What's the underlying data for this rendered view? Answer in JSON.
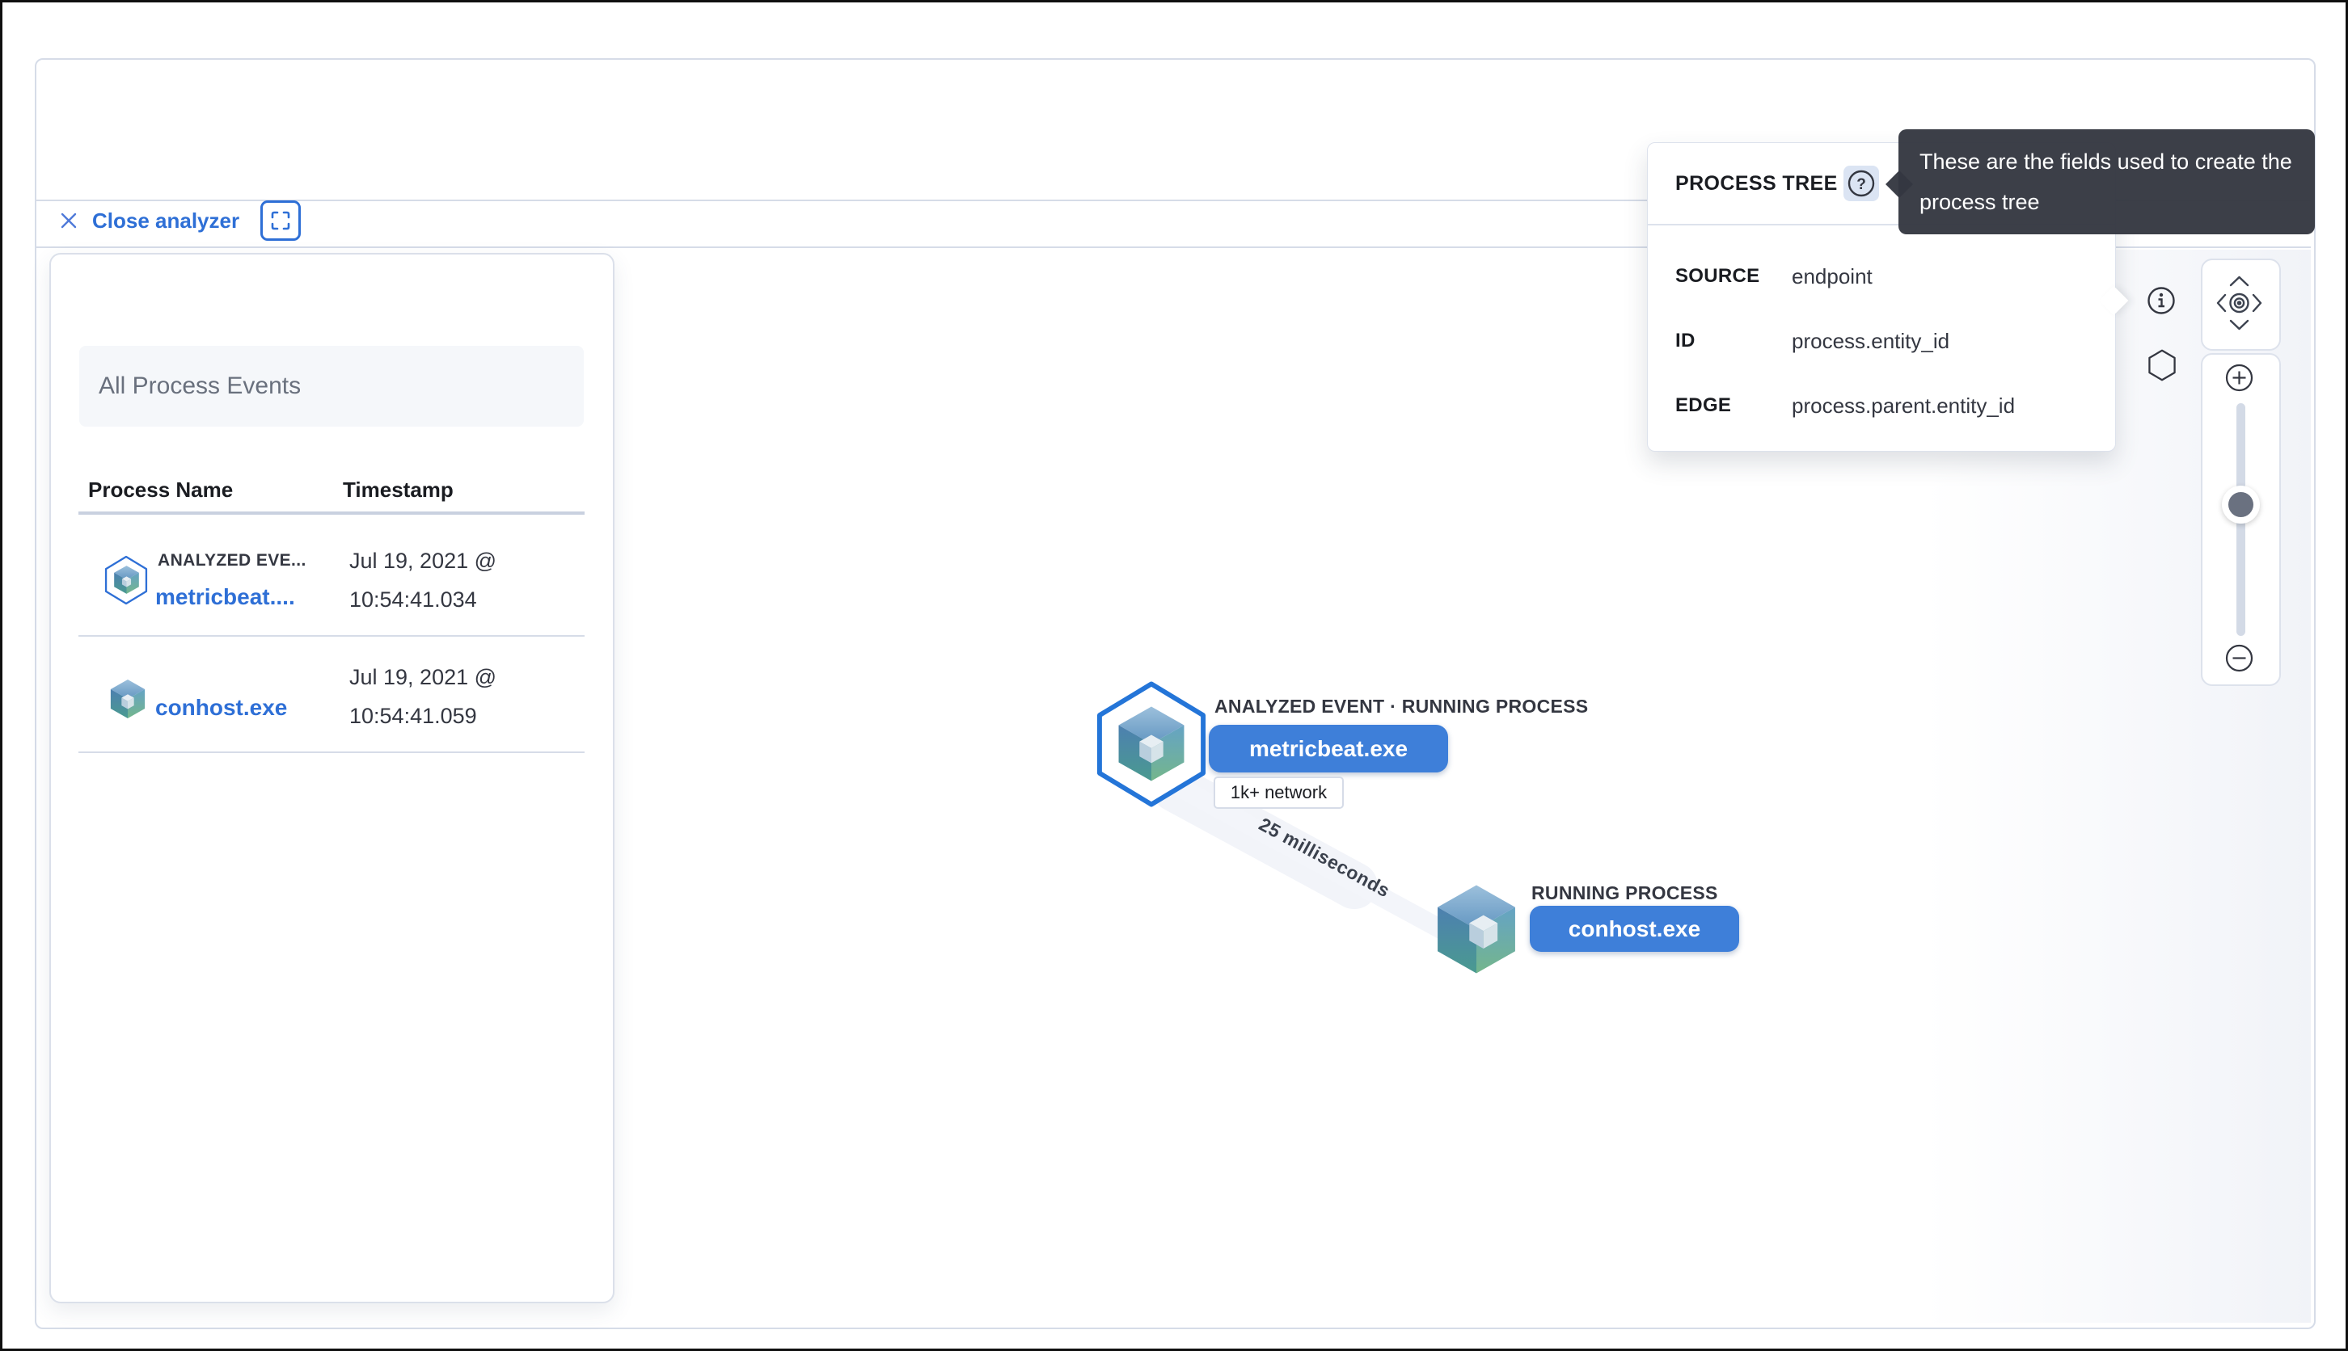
{
  "analyzer": {
    "close_label": "Close analyzer"
  },
  "process_panel": {
    "title": "All Process Events",
    "columns": [
      "Process Name",
      "Timestamp"
    ],
    "rows": [
      {
        "badge": "ANALYZED EVE...",
        "name": "metricbeat....",
        "timestamp_line1": "Jul 19, 2021 @",
        "timestamp_line2": "10:54:41.034",
        "icon": "hexagon-cube-icon"
      },
      {
        "badge": "",
        "name": "conhost.exe",
        "timestamp_line1": "Jul 19, 2021 @",
        "timestamp_line2": "10:54:41.059",
        "icon": "cube-icon"
      }
    ]
  },
  "graph": {
    "edge_label": "25 milliseconds",
    "nodes": [
      {
        "label": "ANALYZED EVENT · RUNNING PROCESS",
        "name": "metricbeat.exe",
        "badge": "1k+ network",
        "icon": "hexagon-cube-icon"
      },
      {
        "label": "RUNNING PROCESS",
        "name": "conhost.exe",
        "icon": "cube-icon"
      }
    ]
  },
  "schema_popover": {
    "title": "PROCESS TREE",
    "rows": [
      {
        "label": "SOURCE",
        "value": "endpoint"
      },
      {
        "label": "ID",
        "value": "process.entity_id"
      },
      {
        "label": "EDGE",
        "value": "process.parent.entity_id"
      }
    ]
  },
  "tooltip": {
    "text": "These are the fields used to create the process tree"
  },
  "icons": {
    "help_glyph": "?",
    "close": "close-icon",
    "fullscreen": "fullscreen-icon",
    "info": "info-icon",
    "hexagon": "hexagon-icon",
    "pan": "pan-control",
    "zoom_in": "plus-icon",
    "zoom_out": "minus-icon"
  },
  "colors": {
    "primary_blue": "#2e6fd6",
    "pill_blue": "#3e7fd9",
    "hexagon_stroke": "#2475d8",
    "tooltip_bg": "#343741",
    "panel_border": "#d6dce8",
    "dark_text": "#1a1c21",
    "body_text": "#343741",
    "muted_text": "#69707d",
    "title_box_bg": "#f5f7fa",
    "edge_band": "#f2f4f9",
    "slider_track": "#d3dae6",
    "slider_thumb": "#6a7180"
  }
}
